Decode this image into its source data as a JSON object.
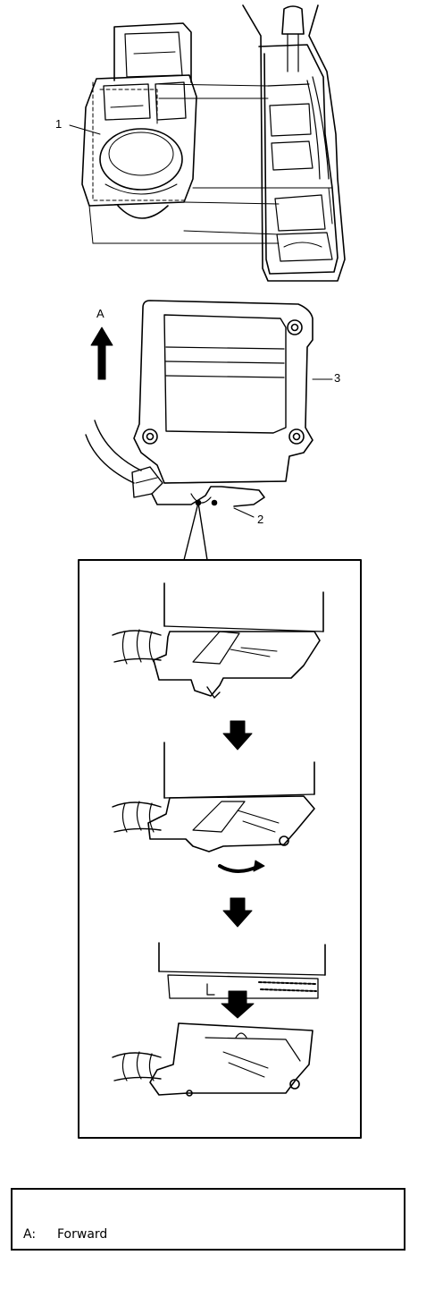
{
  "callouts": {
    "c1": "1",
    "c2": "2",
    "c3": "3",
    "cA": "A"
  },
  "legend": {
    "key": "A:",
    "value": "Forward"
  }
}
